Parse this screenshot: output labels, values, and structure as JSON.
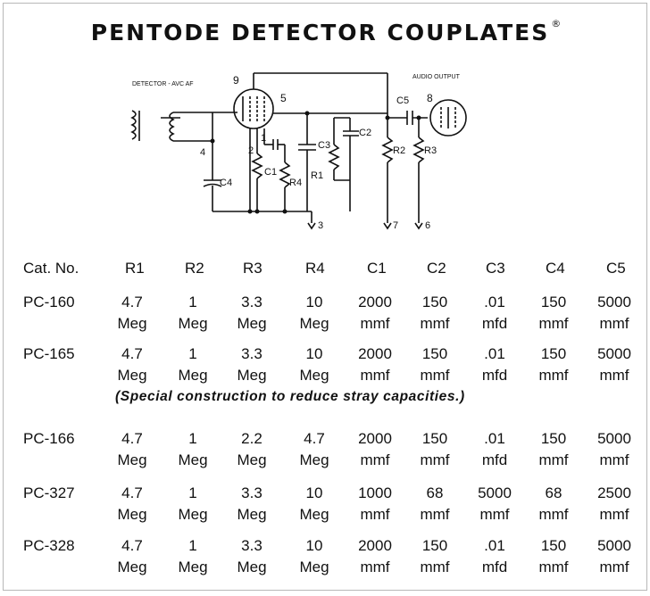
{
  "title": "PENTODE DETECTOR COUPLATES",
  "title_mark": "®",
  "schematic": {
    "label_detector": "DETECTOR - AVC AF",
    "label_audio_output": "AUDIO OUTPUT",
    "pin_9": "9",
    "pin_5": "5",
    "pin_8": "8",
    "pin_1": "1",
    "pin_2": "2",
    "pin_4": "4",
    "pin_3": "3",
    "pin_7": "7",
    "pin_6": "6",
    "c1": "C1",
    "c2": "C2",
    "c3": "C3",
    "c4": "C4",
    "c5": "C5",
    "r1": "R1",
    "r2": "R2",
    "r3": "R3",
    "r4": "R4"
  },
  "table": {
    "headers": [
      "Cat. No.",
      "R1",
      "R2",
      "R3",
      "R4",
      "C1",
      "C2",
      "C3",
      "C4",
      "C5"
    ],
    "rows": [
      {
        "cat": "PC-160",
        "values": [
          [
            "4.7",
            "Meg"
          ],
          [
            "1",
            "Meg"
          ],
          [
            "3.3",
            "Meg"
          ],
          [
            "10",
            "Meg"
          ],
          [
            "2000",
            "mmf"
          ],
          [
            "150",
            "mmf"
          ],
          [
            ".01",
            "mfd"
          ],
          [
            "150",
            "mmf"
          ],
          [
            "5000",
            "mmf"
          ]
        ]
      },
      {
        "cat": "PC-165",
        "values": [
          [
            "4.7",
            "Meg"
          ],
          [
            "1",
            "Meg"
          ],
          [
            "3.3",
            "Meg"
          ],
          [
            "10",
            "Meg"
          ],
          [
            "2000",
            "mmf"
          ],
          [
            "150",
            "mmf"
          ],
          [
            ".01",
            "mfd"
          ],
          [
            "150",
            "mmf"
          ],
          [
            "5000",
            "mmf"
          ]
        ]
      },
      {
        "cat": "PC-166",
        "values": [
          [
            "4.7",
            "Meg"
          ],
          [
            "1",
            "Meg"
          ],
          [
            "2.2",
            "Meg"
          ],
          [
            "4.7",
            "Meg"
          ],
          [
            "2000",
            "mmf"
          ],
          [
            "150",
            "mmf"
          ],
          [
            ".01",
            "mfd"
          ],
          [
            "150",
            "mmf"
          ],
          [
            "5000",
            "mmf"
          ]
        ]
      },
      {
        "cat": "PC-327",
        "values": [
          [
            "4.7",
            "Meg"
          ],
          [
            "1",
            "Meg"
          ],
          [
            "3.3",
            "Meg"
          ],
          [
            "10",
            "Meg"
          ],
          [
            "1000",
            "mmf"
          ],
          [
            "68",
            "mmf"
          ],
          [
            "5000",
            "mmf"
          ],
          [
            "68",
            "mmf"
          ],
          [
            "2500",
            "mmf"
          ]
        ]
      },
      {
        "cat": "PC-328",
        "values": [
          [
            "4.7",
            "Meg"
          ],
          [
            "1",
            "Meg"
          ],
          [
            "3.3",
            "Meg"
          ],
          [
            "10",
            "Meg"
          ],
          [
            "2000",
            "mmf"
          ],
          [
            "150",
            "mmf"
          ],
          [
            ".01",
            "mfd"
          ],
          [
            "150",
            "mmf"
          ],
          [
            "5000",
            "mmf"
          ]
        ]
      }
    ],
    "note": "(Special construction to reduce stray capacities.)"
  }
}
